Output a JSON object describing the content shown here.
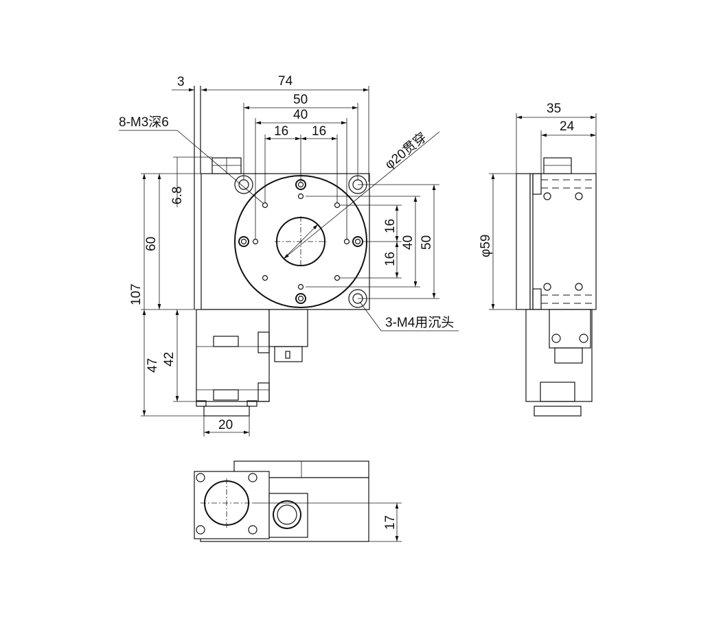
{
  "title": "Rotary stage dimension drawing",
  "front_view": {
    "dims": {
      "flange": "3",
      "width": "74",
      "hole_50": "50",
      "hole_40": "40",
      "hole_16_left": "16",
      "hole_16_right": "16",
      "connector_height": "6.8",
      "body_height": "60",
      "total_height": "107",
      "motor_height": "47",
      "motor_body": "42",
      "motor_plate": "20",
      "v16_top": "16",
      "v16_bottom": "16",
      "v40": "40",
      "v50": "50"
    },
    "callouts": {
      "m3_holes": "8-M3深6",
      "through_hole": "φ20贯穿",
      "m4_holes": "3-M4用沉头"
    }
  },
  "side_view": {
    "dims": {
      "depth": "35",
      "depth_inner": "24",
      "diameter": "φ59"
    }
  },
  "bottom_view": {
    "dims": {
      "offset": "17"
    }
  }
}
